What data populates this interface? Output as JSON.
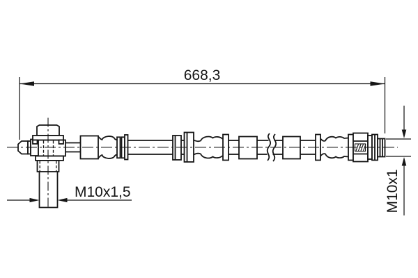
{
  "drawing": {
    "labels": {
      "overall_length": "668,3",
      "banjo_bolt_thread": "M10x1,5",
      "end_fitting_thread": "M10x1"
    },
    "colors": {
      "line": "#161616",
      "background": "#ffffff"
    }
  }
}
